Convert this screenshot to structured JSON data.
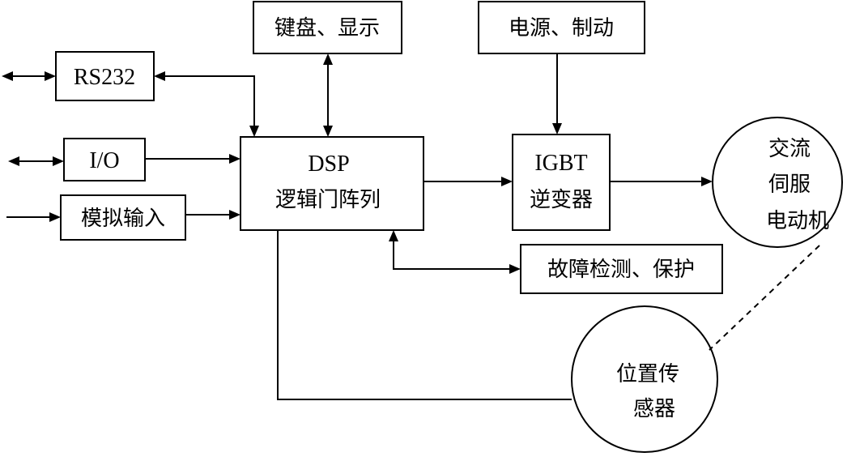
{
  "blocks": {
    "keyboard_display": "键盘、显示",
    "power_brake": "电源、制动",
    "rs232": "RS232",
    "io": "I/O",
    "analog_input": "模拟输入",
    "dsp_line1": "DSP",
    "dsp_line2": "逻辑门阵列",
    "igbt_line1": "IGBT",
    "igbt_line2": "逆变器",
    "fault_protect": "故障检测、保护",
    "motor_line1": "交流",
    "motor_line2": "伺服",
    "motor_line3": "电动机",
    "sensor_line1": "位置传",
    "sensor_line2": "感器"
  }
}
